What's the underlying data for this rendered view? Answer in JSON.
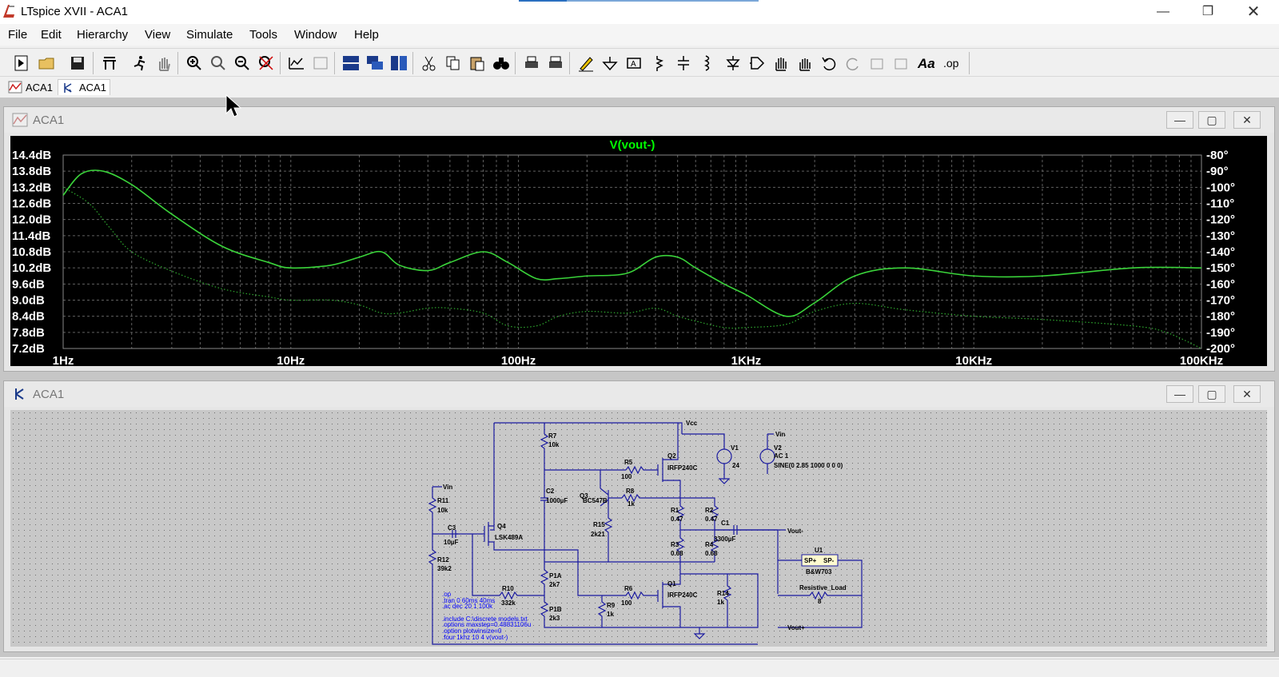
{
  "window": {
    "title": "LTspice XVII - ACA1"
  },
  "menu": [
    "File",
    "Edit",
    "Hierarchy",
    "View",
    "Simulate",
    "Tools",
    "Window",
    "Help"
  ],
  "tabs": [
    {
      "label": "ACA1",
      "icon": "waveform-icon"
    },
    {
      "label": "ACA1",
      "icon": "schematic-icon"
    }
  ],
  "plot_window": {
    "title": "ACA1"
  },
  "schematic_window": {
    "title": "ACA1"
  },
  "chart_data": {
    "type": "line",
    "title": "V(vout-)",
    "xscale": "log",
    "xlim": [
      1,
      100000
    ],
    "x_ticks": [
      "1Hz",
      "10Hz",
      "100Hz",
      "1KHz",
      "10KHz",
      "100KHz"
    ],
    "y_left_ticks": [
      "14.4dB",
      "13.8dB",
      "13.2dB",
      "12.6dB",
      "12.0dB",
      "11.4dB",
      "10.8dB",
      "10.2dB",
      "9.6dB",
      "9.0dB",
      "8.4dB",
      "7.8dB",
      "7.2dB"
    ],
    "y_right_ticks": [
      "-80°",
      "-90°",
      "-100°",
      "-110°",
      "-120°",
      "-130°",
      "-140°",
      "-150°",
      "-160°",
      "-170°",
      "-180°",
      "-190°",
      "-200°"
    ],
    "ylim_left": [
      7.2,
      14.4
    ],
    "ylim_right": [
      -200,
      -80
    ],
    "grid": true,
    "colors": {
      "trace": "#3ad33a",
      "text": "#00ff00",
      "background": "#000000",
      "grid": "#606060"
    },
    "series": [
      {
        "name": "V(vout-)",
        "axis": "left",
        "style": "solid",
        "x": [
          1,
          1.2,
          1.5,
          2,
          3,
          5,
          8,
          10,
          15,
          20,
          25,
          30,
          40,
          50,
          70,
          90,
          120,
          150,
          200,
          300,
          400,
          500,
          600,
          800,
          1000,
          1500,
          2000,
          3000,
          5000,
          10000,
          20000,
          50000,
          100000
        ],
        "y": [
          12.9,
          13.7,
          13.8,
          13.3,
          12.2,
          11.0,
          10.4,
          10.2,
          10.3,
          10.6,
          10.8,
          10.3,
          10.1,
          10.4,
          10.8,
          10.4,
          9.8,
          9.8,
          9.9,
          10.0,
          10.6,
          10.6,
          10.2,
          9.6,
          9.2,
          8.4,
          8.9,
          9.9,
          10.2,
          9.9,
          9.9,
          10.2,
          10.2
        ]
      },
      {
        "name": "phase",
        "axis": "right",
        "style": "dotted",
        "x": [
          1,
          1.3,
          1.6,
          2,
          3,
          5,
          8,
          10,
          15,
          20,
          25,
          30,
          40,
          50,
          70,
          90,
          120,
          150,
          200,
          300,
          400,
          500,
          600,
          800,
          1000,
          1500,
          2000,
          3000,
          5000,
          10000,
          20000,
          50000,
          70000,
          100000
        ],
        "y": [
          -100,
          -110,
          -125,
          -140,
          -152,
          -163,
          -168,
          -170,
          -170,
          -173,
          -178,
          -178,
          -175,
          -175,
          -178,
          -186,
          -186,
          -180,
          -177,
          -178,
          -175,
          -180,
          -183,
          -187,
          -187,
          -185,
          -177,
          -172,
          -176,
          -180,
          -182,
          -186,
          -190,
          -200
        ]
      }
    ]
  },
  "schematic": {
    "net_labels": {
      "vcc": "Vcc",
      "vin_top": "Vin",
      "vin_left": "Vin",
      "vout_minus": "Vout-",
      "vout_plus": "Vout+"
    },
    "components": {
      "R7": {
        "ref": "R7",
        "value": "10k"
      },
      "R5": {
        "ref": "R5",
        "value": "100"
      },
      "Q2": {
        "ref": "Q2",
        "value": "IRFP240C"
      },
      "V1": {
        "ref": "V1",
        "value": "24"
      },
      "V2": {
        "ref": "V2",
        "value": "AC 1",
        "extra": "SINE(0 2.85 1000 0 0 0)"
      },
      "R11": {
        "ref": "R11",
        "value": "10k"
      },
      "C2": {
        "ref": "C2",
        "value": "1000µF"
      },
      "Q3": {
        "ref": "Q3",
        "value": "BC547B"
      },
      "R8": {
        "ref": "R8",
        "value": "1k"
      },
      "R1": {
        "ref": "R1",
        "value": "0.47"
      },
      "R2": {
        "ref": "R2",
        "value": "0.47"
      },
      "C3": {
        "ref": "C3",
        "value": "10µF"
      },
      "Q4": {
        "ref": "Q4",
        "value": "LSK489A"
      },
      "R15": {
        "ref": "R15",
        "value": "2k21"
      },
      "C1": {
        "ref": "C1",
        "value": "3300µF"
      },
      "R3": {
        "ref": "R3",
        "value": "0.68"
      },
      "R4": {
        "ref": "R4",
        "value": "0.68"
      },
      "R12": {
        "ref": "R12",
        "value": "39k2"
      },
      "U1": {
        "ref": "U1",
        "value": "B&W703",
        "pin1": "SP+",
        "pin2": "SP-"
      },
      "RL": {
        "ref": "Resistive_Load",
        "value": "8"
      },
      "P1A": {
        "ref": "P1A",
        "value": "2k7"
      },
      "R10": {
        "ref": "R10",
        "value": "332k"
      },
      "R6": {
        "ref": "R6",
        "value": "100"
      },
      "Q1": {
        "ref": "Q1",
        "value": "IRFP240C"
      },
      "R14": {
        "ref": "R14",
        "value": "1k"
      },
      "R9": {
        "ref": "R9",
        "value": "1k"
      },
      "P1B": {
        "ref": "P1B",
        "value": "2k3"
      }
    },
    "directives": [
      ".op",
      ".tran 0 60ms 40ms",
      ".ac dec 20 1 100k",
      ".include C:\\discrete models.txt",
      ".options maxstep=0.48831106u",
      ".option plotwinsize=0",
      ".four 1khz 10 4 v(vout-)"
    ]
  }
}
